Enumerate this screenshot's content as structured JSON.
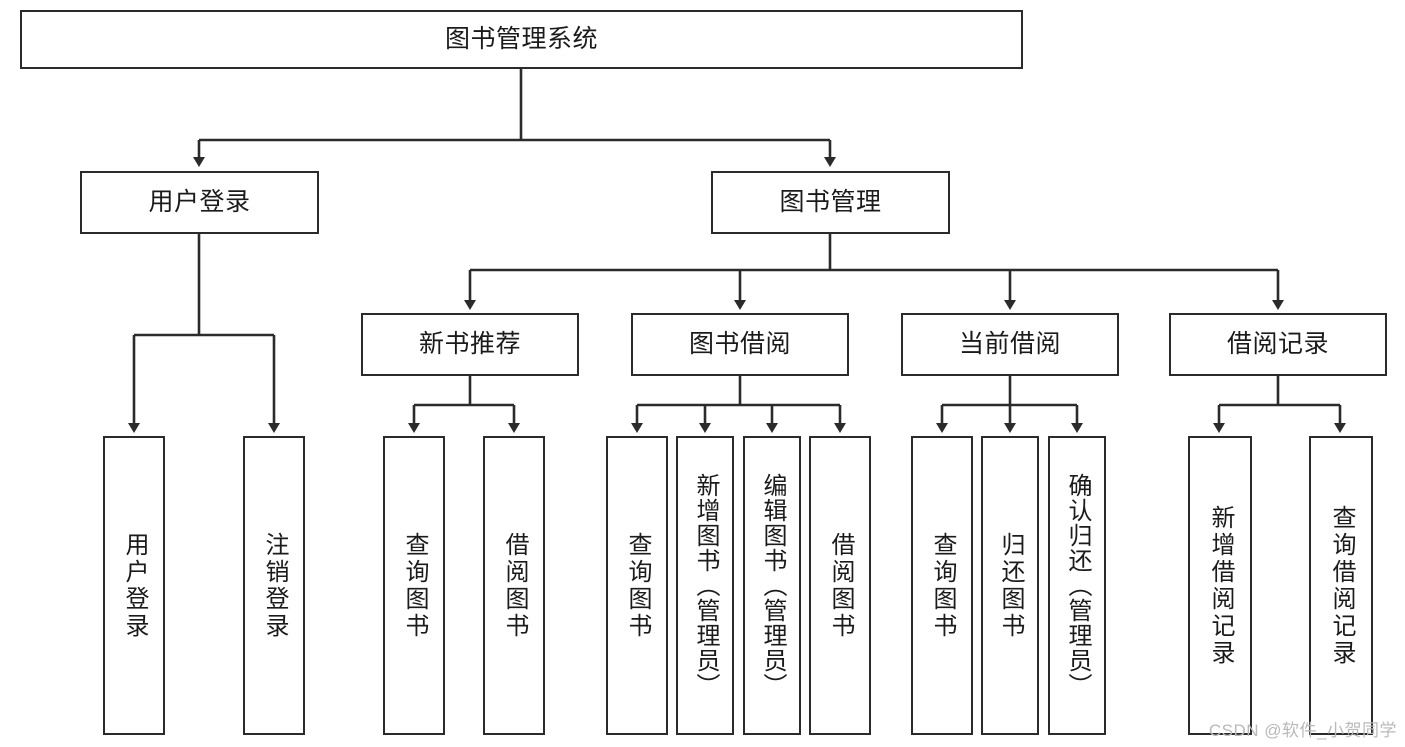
{
  "diagram": {
    "title": "图书管理系统",
    "type": "tree-hierarchy",
    "watermark": "CSDN @软件_小贺同学",
    "colors": {
      "stroke": "#2b2b2b",
      "fill": "#ffffff",
      "text": "#1b1b1b",
      "watermark": "#b9b9b9"
    },
    "nodes": {
      "root": "图书管理系统",
      "level1": [
        "用户登录",
        "图书管理"
      ],
      "level2": [
        "新书推荐",
        "图书借阅",
        "当前借阅",
        "借阅记录"
      ],
      "leaves": {
        "user_login": [
          "用户登录",
          "注销登录"
        ],
        "new_book_recommend": [
          "查询图书",
          "借阅图书"
        ],
        "book_borrow": [
          "查询图书",
          "新增图书（管理员）",
          "编辑图书（管理员）",
          "借阅图书"
        ],
        "current_borrow": [
          "查询图书",
          "归还图书",
          "确认归还（管理员）"
        ],
        "borrow_record": [
          "新增借阅记录",
          "查询借阅记录"
        ]
      }
    }
  }
}
